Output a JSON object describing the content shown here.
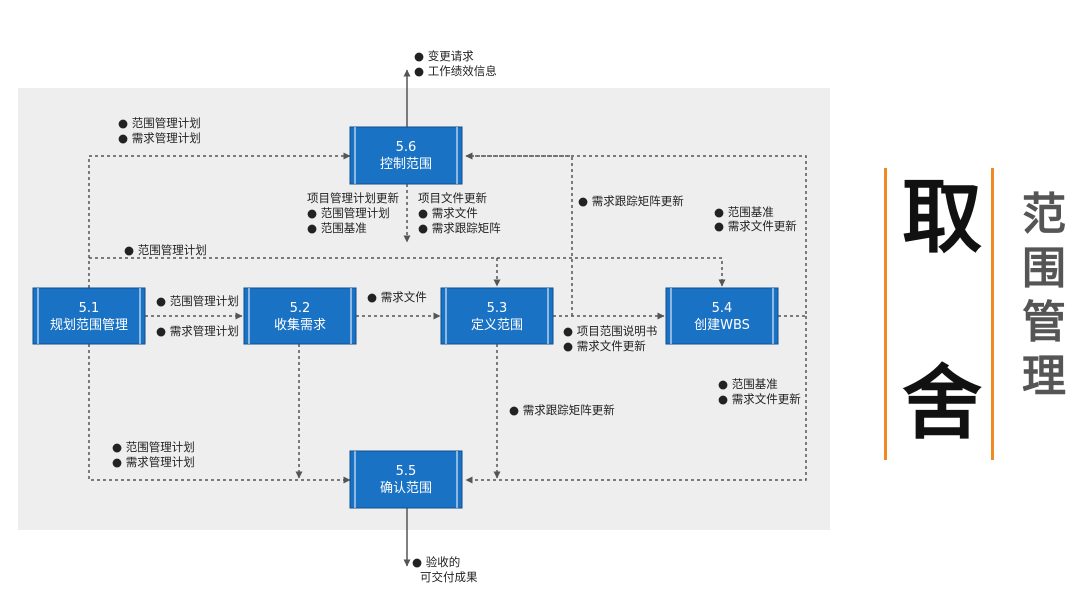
{
  "processes": {
    "p51": {
      "num": "5.1",
      "name": "规划范围管理"
    },
    "p52": {
      "num": "5.2",
      "name": "收集需求"
    },
    "p53": {
      "num": "5.3",
      "name": "定义范围"
    },
    "p54": {
      "num": "5.4",
      "name": "创建WBS"
    },
    "p55": {
      "num": "5.5",
      "name": "确认范围"
    },
    "p56": {
      "num": "5.6",
      "name": "控制范围"
    }
  },
  "labels": {
    "top_out_1": "● 变更请求",
    "top_out_2": "● 工作绩效信息",
    "top_left_1": "● 范围管理计划",
    "top_left_2": "● 需求管理计划",
    "mid_left_1": "项目管理计划更新",
    "mid_left_2": "● 范围管理计划",
    "mid_left_3": "● 范围基准",
    "mid_right_1": "项目文件更新",
    "mid_right_2": "● 需求文件",
    "mid_right_3": "● 需求跟踪矩阵",
    "trace_top": "● 需求跟踪矩阵更新",
    "base_top_1": "● 范围基准",
    "base_top_2": "● 需求文件更新",
    "span_plan": "● 范围管理计划",
    "p51_p52_1": "● 范围管理计划",
    "p51_p52_2": "● 需求管理计划",
    "p52_p53": "● 需求文件",
    "p53_p54_1": "● 项目范围说明书",
    "p53_p54_2": "● 需求文件更新",
    "base_low_1": "● 范围基准",
    "base_low_2": "● 需求文件更新",
    "trace_low": "● 需求跟踪矩阵更新",
    "bottom_left_1": "● 范围管理计划",
    "bottom_left_2": "● 需求管理计划",
    "bottom_out_1": "● 验收的",
    "bottom_out_2": "可交付成果"
  },
  "side": {
    "big1": "取",
    "big2": "舍",
    "subtitle": [
      "范",
      "围",
      "管",
      "理"
    ]
  },
  "colors": {
    "panel": "#eeeeee",
    "box": "#1a72c4",
    "box_edge": "#0d4f8f",
    "line": "#555555",
    "accent": "#f08a24"
  }
}
